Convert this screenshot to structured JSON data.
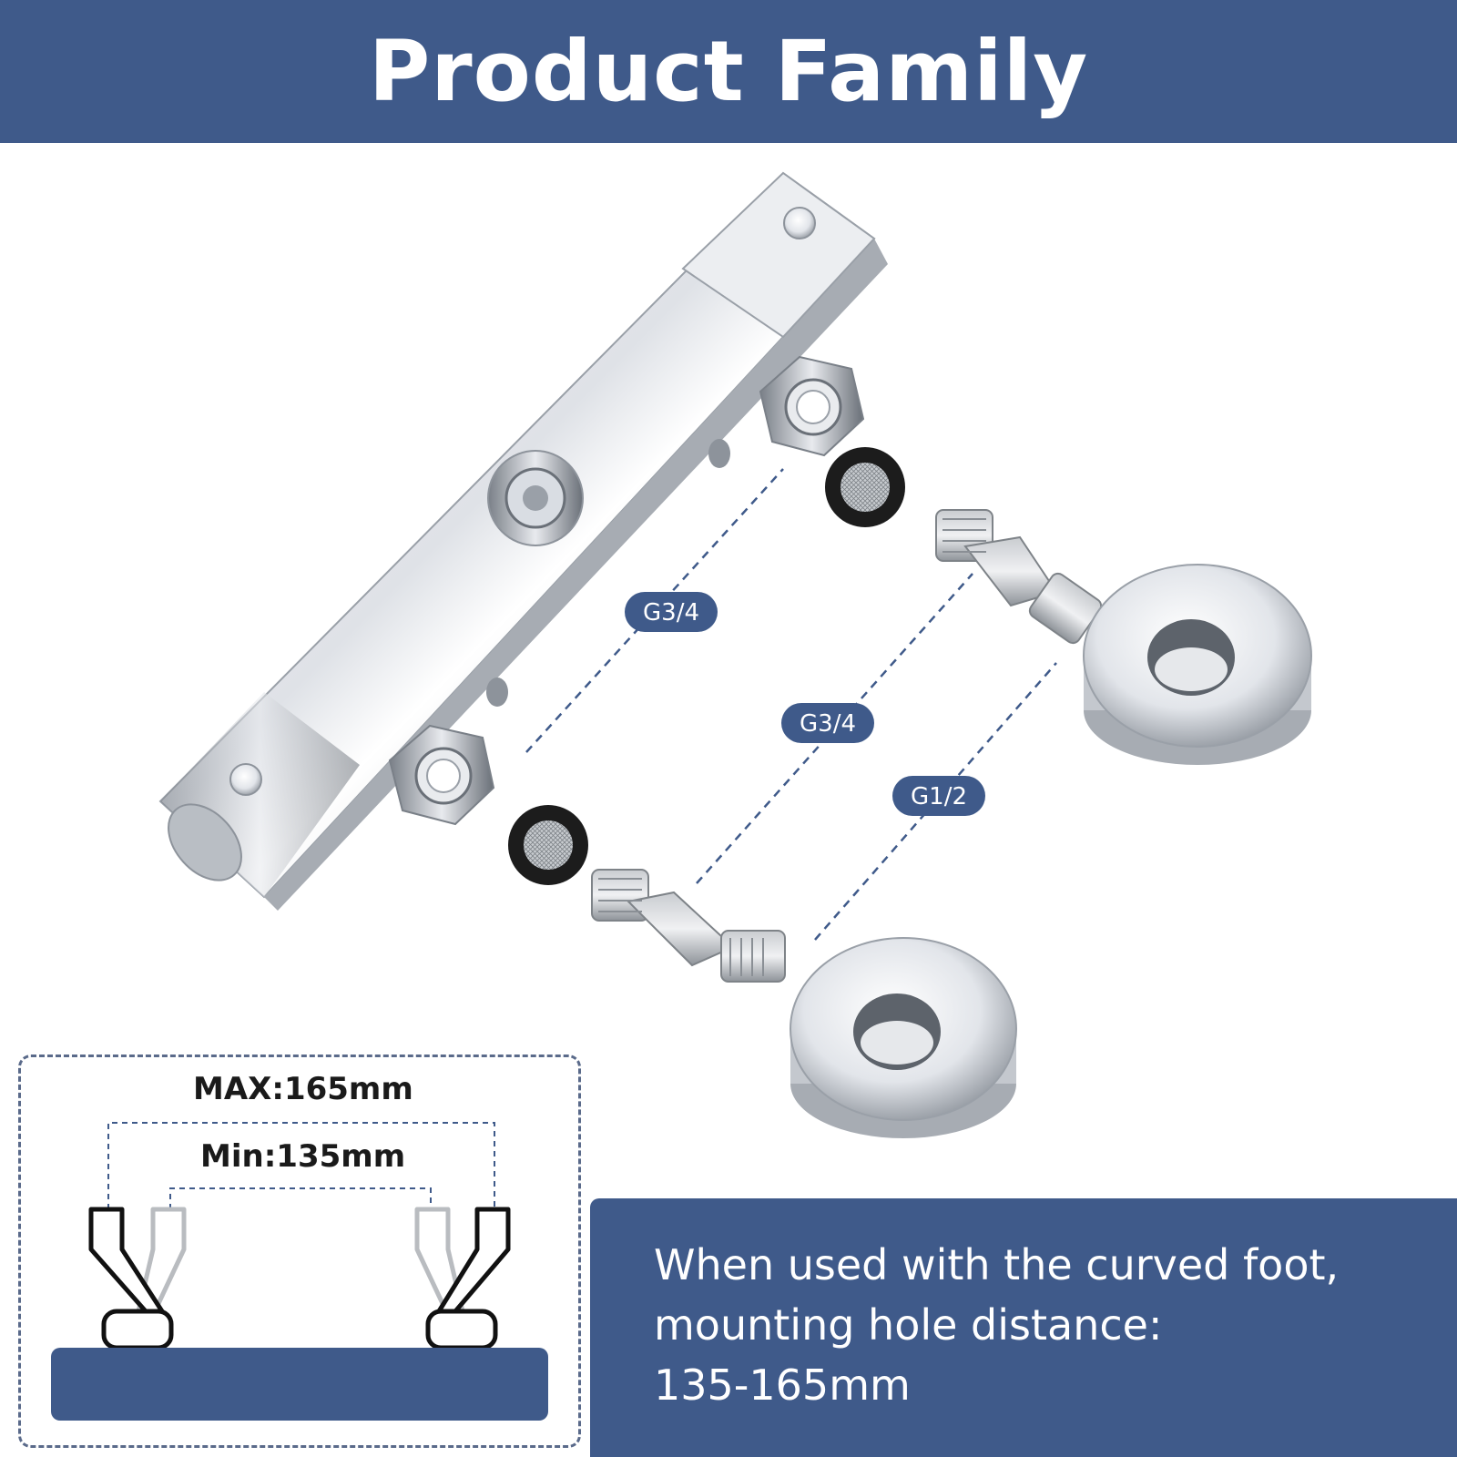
{
  "header": {
    "title": "Product Family"
  },
  "thread_labels": [
    "G3/4",
    "G3/4",
    "G1/2"
  ],
  "dimensions": {
    "max_label": "MAX:165mm",
    "min_label": "Min:135mm"
  },
  "info": {
    "line1": "When used with the curved foot,",
    "line2": "mounting hole distance:",
    "line3": "135-165mm"
  },
  "colors": {
    "brand_blue": "#3f5a8a",
    "chrome": "#d9dde3",
    "white": "#ffffff"
  }
}
